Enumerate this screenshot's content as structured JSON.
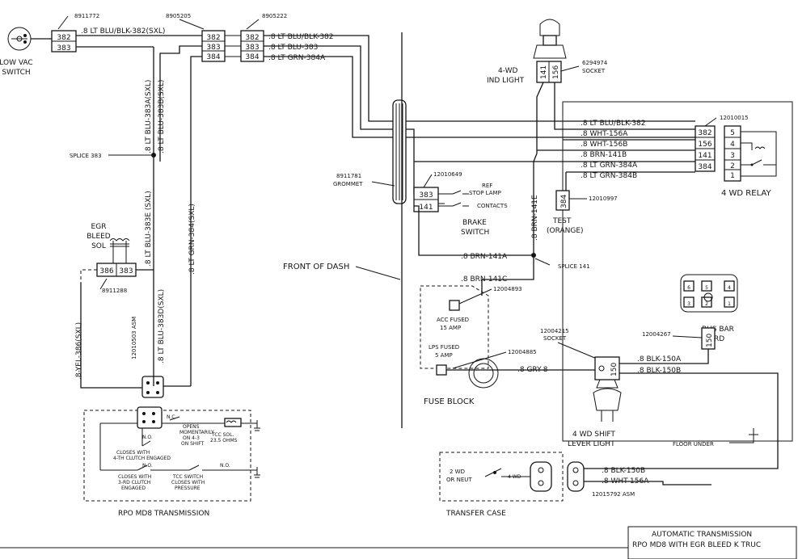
{
  "title_block": {
    "line1": "AUTOMATIC TRANSMISSION",
    "line2": "RPO MD8 WITH EGR BLEED K TRUC"
  },
  "low_vac_switch": {
    "part": "8911772",
    "label_line1": "LOW VAC",
    "label_line2": "SWITCH",
    "pins": [
      "382",
      "383"
    ]
  },
  "connector_8905205": {
    "part": "8905205",
    "pins": [
      "382",
      "383",
      "384"
    ]
  },
  "connector_8905222": {
    "part": "8905222",
    "pins": [
      "382",
      "383",
      "384"
    ]
  },
  "wires_top": {
    "w382_sxl": ".8 LT BLU/BLK-382(SXL)",
    "w382": ".8 LT BLU/BLK-382",
    "w383": ".8 LT BLU-383",
    "w384a": ".8 LT GRN-384A"
  },
  "wires_vertical": {
    "w383a": ".8 LT BLU-383A(SXL)",
    "w383b": ".8 LT BLU-383B(SXL)",
    "w383e": ".8 LT BLU-383E (SXL)",
    "w384": ".8 LT GRN-384(SXL)",
    "w386": ".8-YEL-386(SXL)",
    "w383d": ".8 LT BLU-383D(SXL)"
  },
  "splice_383": "SPLICE 383",
  "egr": {
    "label_line1": "EGR",
    "label_line2": "BLEED",
    "label_line3": "SOL",
    "pins": [
      "386",
      "383"
    ],
    "part": "8911288"
  },
  "trans_asm_part": "12010503 ASM",
  "transmission": {
    "title": "RPO MD8 TRANSMISSION",
    "nc1": "N.C.",
    "opens_line1": "OPENS",
    "opens_line2": "MOMENTARILY",
    "opens_line3": "ON 4-3",
    "opens_line4": "ON SHIFT",
    "tcc_sol_line1": "TCC SOL.",
    "tcc_sol_line2": "23.5 OHMS",
    "no1": "N.O.",
    "closes4_line1": "CLOSES WITH",
    "closes4_line2": "4-TH CLUTCH ENGAGED",
    "no2": "N.O.",
    "no3": "N.O.",
    "closes3_line1": "CLOSES WITH",
    "closes3_line2": "3-RD CLUTCH",
    "closes3_line3": "ENGAGED",
    "tcc_switch_line1": "TCC SWITCH",
    "tcc_switch_line2": "CLOSES WITH",
    "tcc_switch_line3": "PRESSURE"
  },
  "grommet": {
    "part": "8911781",
    "label": "GROMMET"
  },
  "front_of_dash": "FRONT OF DASH",
  "ind_light": {
    "label_line1": "4-WD",
    "label_line2": "IND LIGHT",
    "socket_part": "6294974",
    "socket_label": "SOCKET",
    "pins": [
      "141",
      "156"
    ]
  },
  "relay": {
    "part": "12010015",
    "label": "4 WD RELAY",
    "pins_left": [
      "382",
      "156",
      "141",
      "384"
    ],
    "pins_right": [
      "5",
      "4",
      "3",
      "2",
      "1"
    ]
  },
  "relay_wires": {
    "w382": ".8 LT BLU/BLK-382",
    "w156a": ".8 WHT-156A",
    "w156b": ".8 WHT-156B",
    "w141b": ".8 BRN-141B",
    "w384a": ".8 LT GRN-384A",
    "w384b": ".8 LT GRN-384B"
  },
  "brake_switch": {
    "part": "12010649",
    "pins": [
      "383",
      "141"
    ],
    "ref_line1": "REF",
    "ref_line2": "STOP LAMP",
    "contacts": "CONTACTS",
    "label_line1": "BRAKE",
    "label_line2": "SWITCH"
  },
  "test": {
    "part": "12010997",
    "pin": "384",
    "label_line1": "TEST",
    "label_line2": "(ORANGE)"
  },
  "brn_wires": {
    "w141e": ".8 BRN-141E",
    "w141a": ".8 BRN-141A",
    "w141c": ".8 BRN-141C"
  },
  "splice_141": "SPLICE 141",
  "fuse_block": {
    "label": "FUSE BLOCK",
    "acc_part": "12004893",
    "acc_line1": "ACC FUSED",
    "acc_line2": "15 AMP",
    "lps_line1": "LPS FUSED",
    "lps_line2": "5 AMP",
    "lps_part": "12004885"
  },
  "gry_wire": ".8 GRY-8",
  "shift_light": {
    "socket_part": "12004215",
    "socket_label": "SOCKET",
    "pin": "150",
    "label_line1": "4 WD SHIFT",
    "label_line2": "LEVER LIGHT"
  },
  "blk_wires": {
    "w150a": ".8 BLK-150A",
    "w150b": ".8 BLK-150B",
    "w150b2": ".8 BLK-150B",
    "w156a2": ".8 WHT-156A"
  },
  "bus_bar": {
    "part": "12004267",
    "pin": "150",
    "label_line1": "BUS BAR",
    "label_line2": "GRD",
    "pins": [
      "6",
      "5",
      "4",
      "3",
      "2",
      "1"
    ]
  },
  "floor_under": "FLOOR UNDER",
  "transfer_case": {
    "label": "TRANSFER CASE",
    "two_wd_line1": "2 WD",
    "two_wd_line2": "OR NEUT",
    "four_wd": "4 WD",
    "asm_part": "12015792 ASM"
  }
}
